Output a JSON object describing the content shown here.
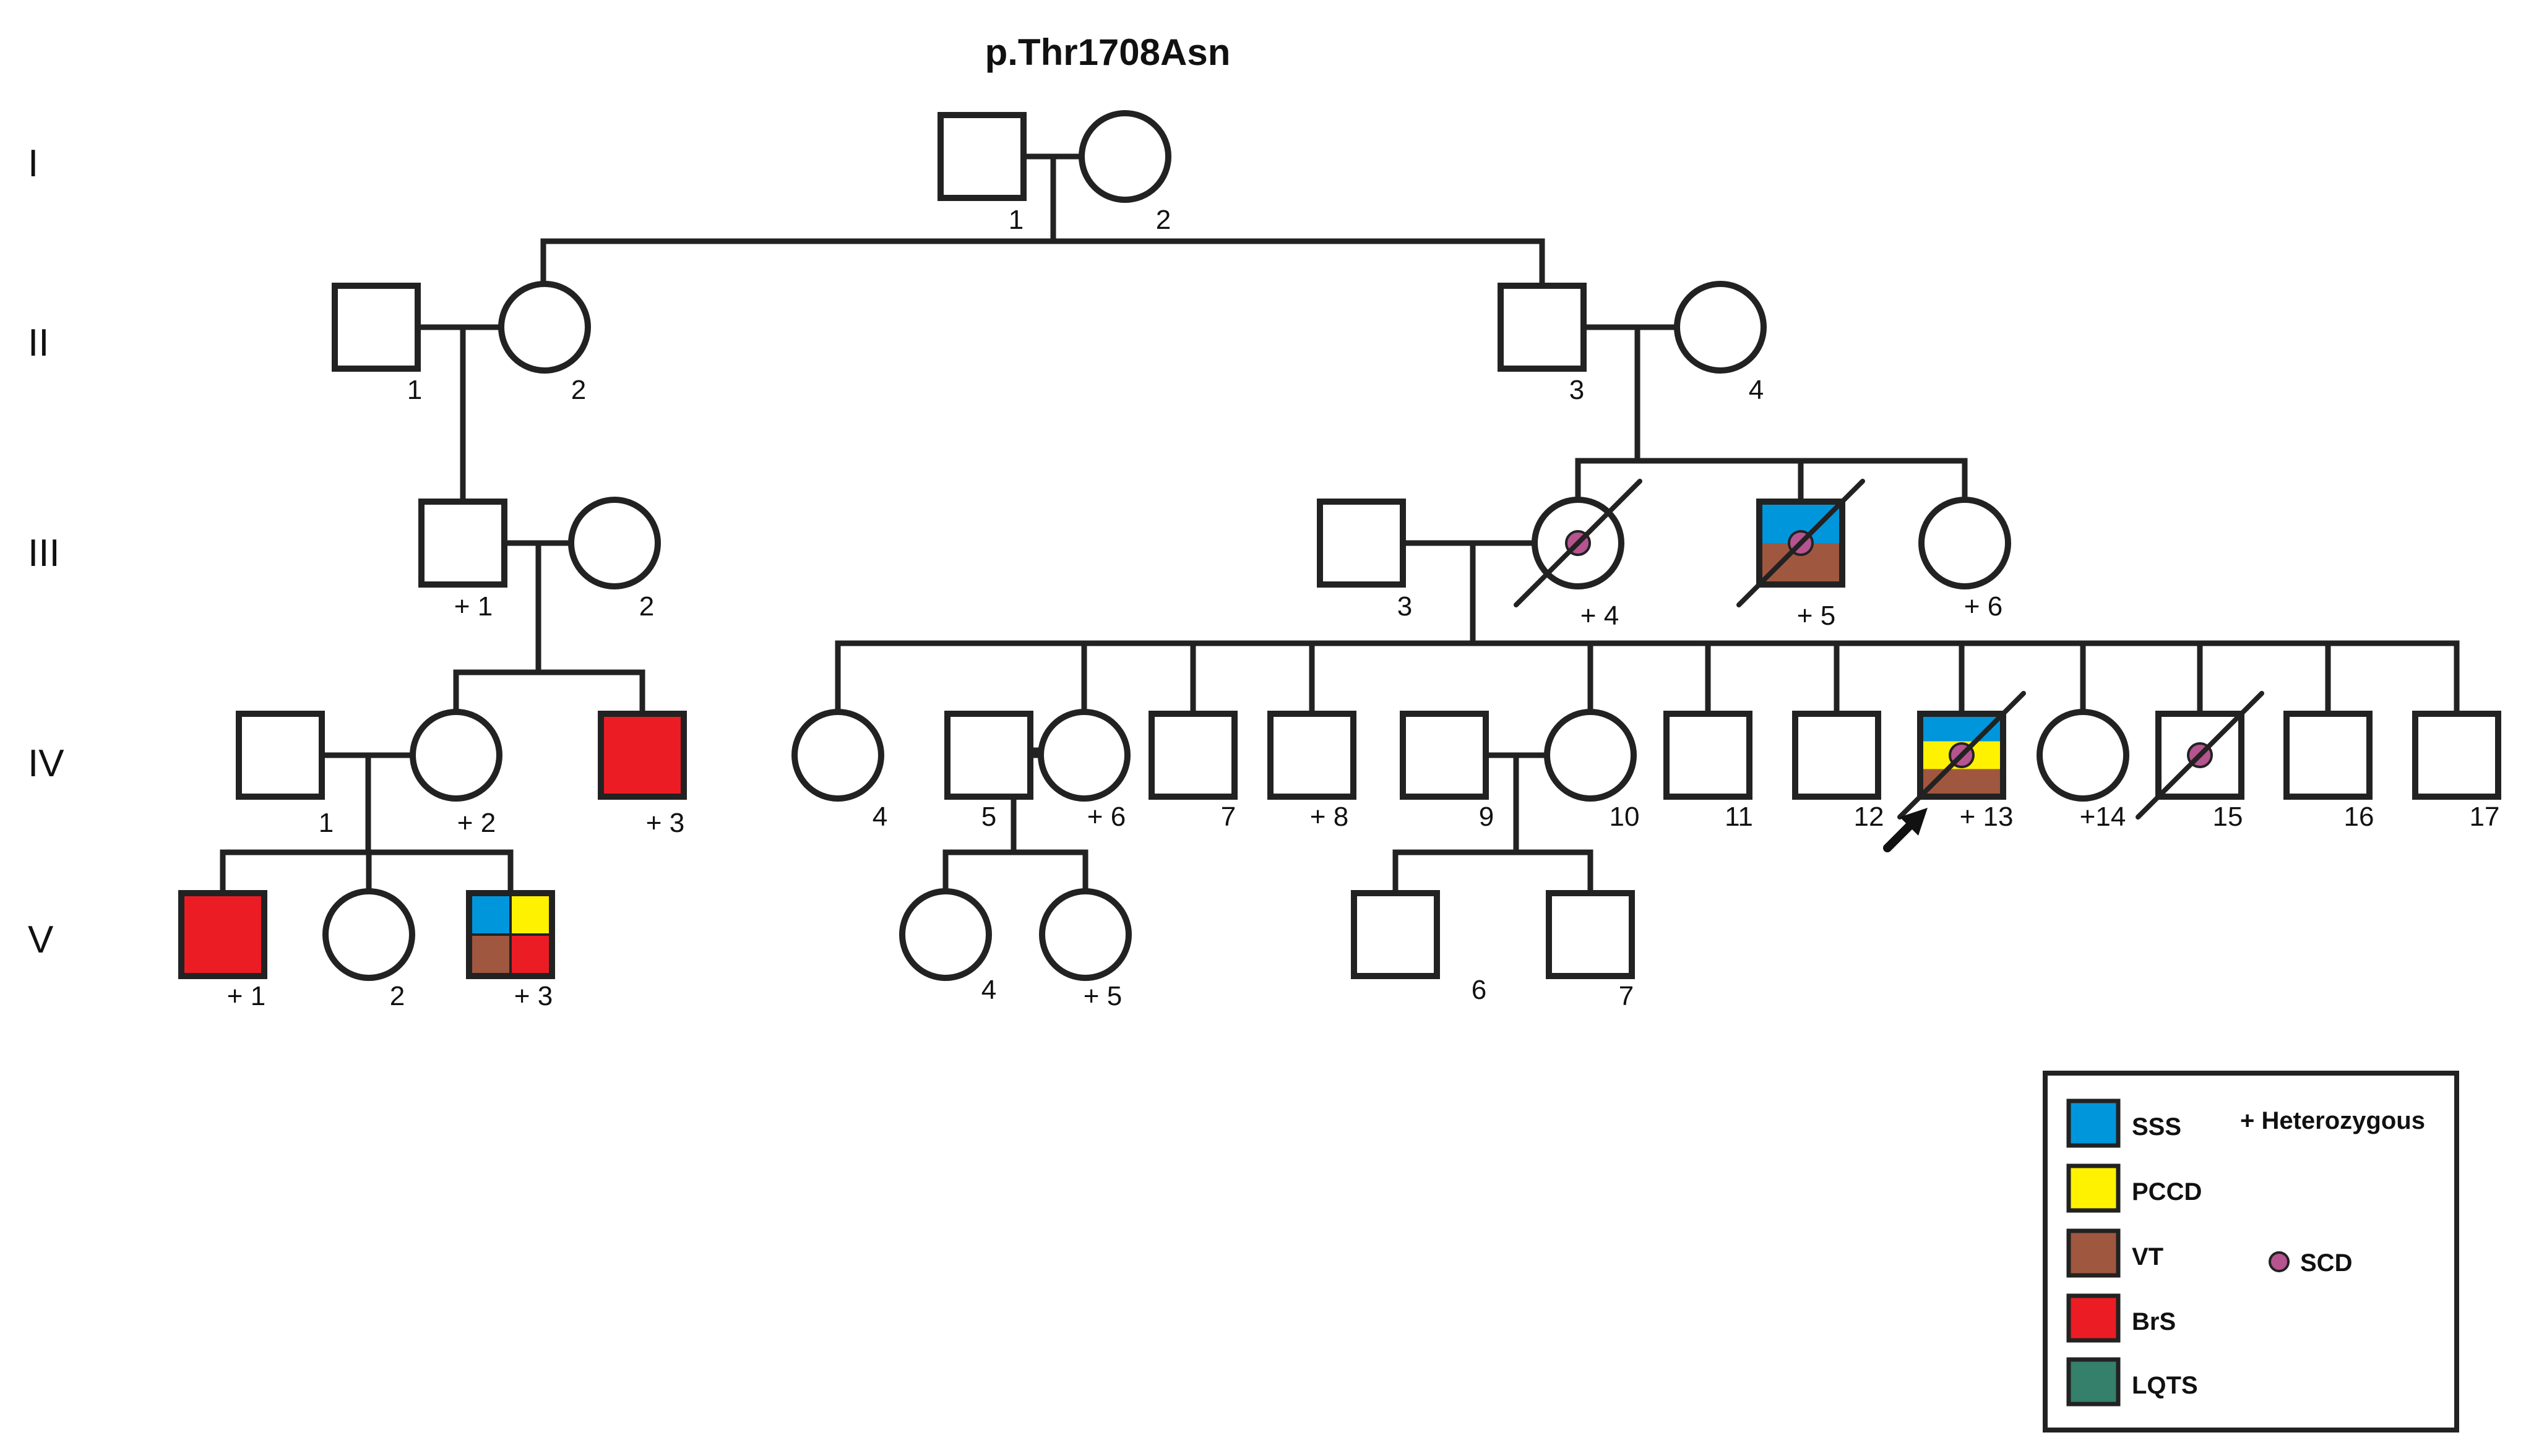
{
  "title": "p.Thr1708Asn",
  "generations": [
    "I",
    "II",
    "III",
    "IV",
    "V"
  ],
  "colors": {
    "SSS": "#0096dc",
    "PCCD": "#fff200",
    "VT": "#a0573f",
    "BrS": "#ec1c24",
    "LQTS": "#34806a",
    "SCD": "#b5548f"
  },
  "legend": {
    "items": [
      {
        "key": "SSS",
        "label": "SSS"
      },
      {
        "key": "PCCD",
        "label": "PCCD"
      },
      {
        "key": "VT",
        "label": "VT"
      },
      {
        "key": "BrS",
        "label": "BrS"
      },
      {
        "key": "LQTS",
        "label": "LQTS"
      }
    ],
    "heterozygous": "+ Heterozygous",
    "scd": "SCD"
  },
  "individuals": [
    {
      "id": "I-1",
      "sex": "M",
      "label": "1"
    },
    {
      "id": "I-2",
      "sex": "F",
      "label": "2"
    },
    {
      "id": "II-1",
      "sex": "M",
      "label": "1"
    },
    {
      "id": "II-2",
      "sex": "F",
      "label": "2"
    },
    {
      "id": "II-3",
      "sex": "M",
      "label": "3"
    },
    {
      "id": "II-4",
      "sex": "F",
      "label": "4"
    },
    {
      "id": "III-1",
      "sex": "M",
      "label": "+ 1"
    },
    {
      "id": "III-2",
      "sex": "F",
      "label": "2"
    },
    {
      "id": "III-3",
      "sex": "M",
      "label": "3"
    },
    {
      "id": "III-4",
      "sex": "F",
      "label": "+ 4",
      "deceased": true,
      "scd": true
    },
    {
      "id": "III-5",
      "sex": "M",
      "label": "+ 5",
      "deceased": true,
      "scd": true,
      "fill": "bands",
      "bands": [
        "SSS",
        "VT"
      ]
    },
    {
      "id": "III-6",
      "sex": "F",
      "label": "+ 6"
    },
    {
      "id": "IV-1",
      "sex": "M",
      "label": "1"
    },
    {
      "id": "IV-2",
      "sex": "F",
      "label": "+ 2"
    },
    {
      "id": "IV-3",
      "sex": "M",
      "label": "+ 3",
      "fill": "solid",
      "color": "BrS"
    },
    {
      "id": "IV-4",
      "sex": "F",
      "label": "4"
    },
    {
      "id": "IV-5",
      "sex": "M",
      "label": "5"
    },
    {
      "id": "IV-6",
      "sex": "F",
      "label": "+ 6"
    },
    {
      "id": "IV-7",
      "sex": "M",
      "label": "7"
    },
    {
      "id": "IV-8",
      "sex": "M",
      "label": "+ 8"
    },
    {
      "id": "IV-9",
      "sex": "M",
      "label": "9"
    },
    {
      "id": "IV-10",
      "sex": "F",
      "label": "10"
    },
    {
      "id": "IV-11",
      "sex": "M",
      "label": "11"
    },
    {
      "id": "IV-12",
      "sex": "M",
      "label": "12"
    },
    {
      "id": "IV-13",
      "sex": "M",
      "label": "+ 13",
      "deceased": true,
      "scd": true,
      "proband": true,
      "fill": "bands",
      "bands": [
        "SSS",
        "PCCD",
        "VT"
      ]
    },
    {
      "id": "IV-14",
      "sex": "F",
      "label": "+14"
    },
    {
      "id": "IV-15",
      "sex": "M",
      "label": "15",
      "deceased": true,
      "scd": true
    },
    {
      "id": "IV-16",
      "sex": "M",
      "label": "16"
    },
    {
      "id": "IV-17",
      "sex": "M",
      "label": "17"
    },
    {
      "id": "V-1",
      "sex": "M",
      "label": "+ 1",
      "fill": "solid",
      "color": "BrS"
    },
    {
      "id": "V-2",
      "sex": "F",
      "label": "2"
    },
    {
      "id": "V-3",
      "sex": "M",
      "label": "+ 3",
      "fill": "quad",
      "quad": [
        "SSS",
        "PCCD",
        "VT",
        "BrS"
      ]
    },
    {
      "id": "V-4",
      "sex": "F",
      "label": "4"
    },
    {
      "id": "V-5",
      "sex": "F",
      "label": "+ 5"
    },
    {
      "id": "V-6",
      "sex": "M",
      "label": "6"
    },
    {
      "id": "V-7",
      "sex": "M",
      "label": "7"
    }
  ]
}
